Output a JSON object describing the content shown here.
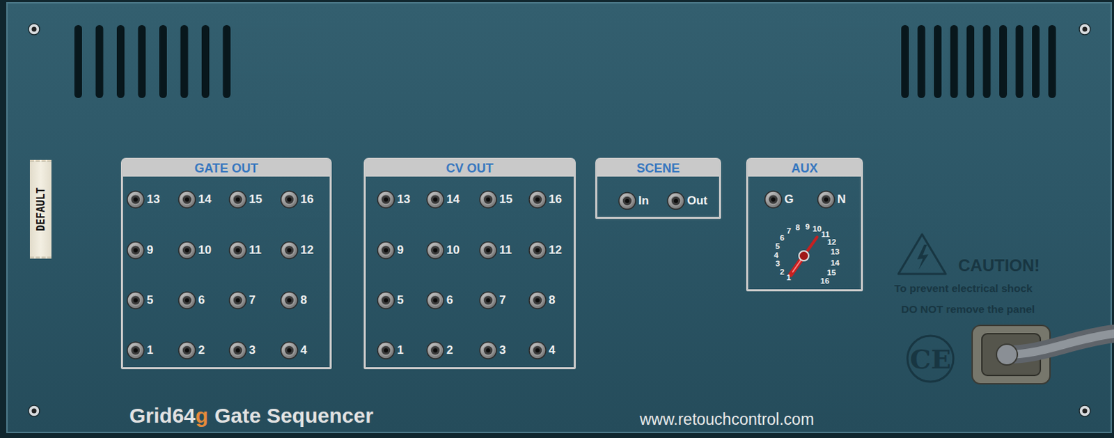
{
  "diagram": {
    "nodes": [
      {
        "text": [
          "DEFAULT"
        ]
      },
      {
        "text": [
          "GATE OUT",
          "13",
          "14",
          "15",
          "16",
          "9",
          "10",
          "11",
          "12",
          "5",
          "6",
          "7",
          "8",
          "1",
          "2",
          "3",
          "4"
        ]
      },
      {
        "text": [
          "CV OUT",
          "13",
          "14",
          "15",
          "16",
          "9",
          "10",
          "11",
          "12",
          "5",
          "6",
          "7",
          "8",
          "1",
          "2",
          "3",
          "4"
        ]
      },
      {
        "text": [
          "SCENE",
          "In",
          "Out"
        ]
      },
      {
        "text": [
          "AUX",
          "G",
          "N"
        ]
      }
    ],
    "edges": [],
    "labels": [
      "1",
      "2",
      "3",
      "4",
      "5",
      "6",
      "7",
      "8",
      "9",
      "10",
      "11",
      "12",
      "13",
      "14",
      "15",
      "16",
      "CAUTION!",
      "To prevent electrical shock",
      "DO NOT remove the panel",
      "CE",
      "Grid64",
      "g",
      "Gate Sequencer",
      "www.retouchcontrol.com"
    ]
  }
}
